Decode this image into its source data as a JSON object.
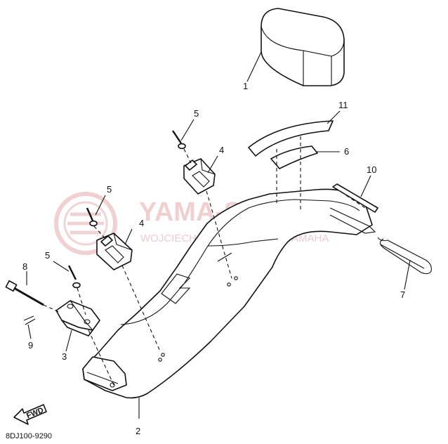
{
  "watermark": {
    "main": "YAMA-SKLEP.PL",
    "sub": "WOJCIECHOWICZ | DEALER YAMAHA",
    "color": "#e3a9ab"
  },
  "fwd_label": "FWD",
  "diagram_code": "8DJ100-9290",
  "callouts": [
    "1",
    "2",
    "3",
    "4",
    "4",
    "5",
    "5",
    "5",
    "6",
    "7",
    "8",
    "9",
    "10",
    "11"
  ]
}
